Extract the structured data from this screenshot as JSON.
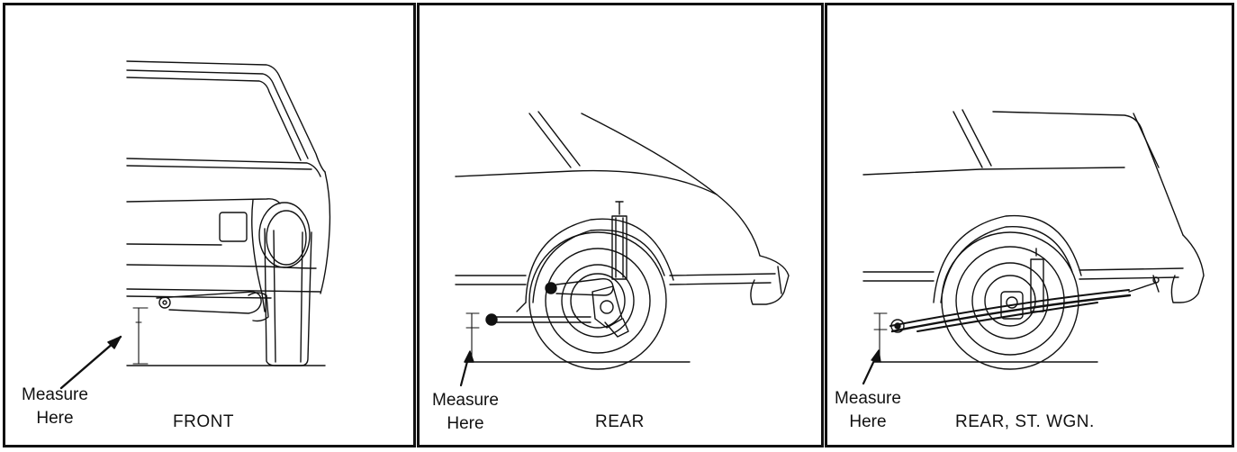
{
  "panels": [
    {
      "id": "front",
      "measure_label": "Measure",
      "measure_label_2": "Here",
      "caption": "FRONT"
    },
    {
      "id": "rear",
      "measure_label": "Measure",
      "measure_label_2": "Here",
      "caption": "REAR"
    },
    {
      "id": "rear-wagon",
      "measure_label": "Measure",
      "measure_label_2": "Here",
      "caption": "REAR, ST. WGN."
    }
  ]
}
